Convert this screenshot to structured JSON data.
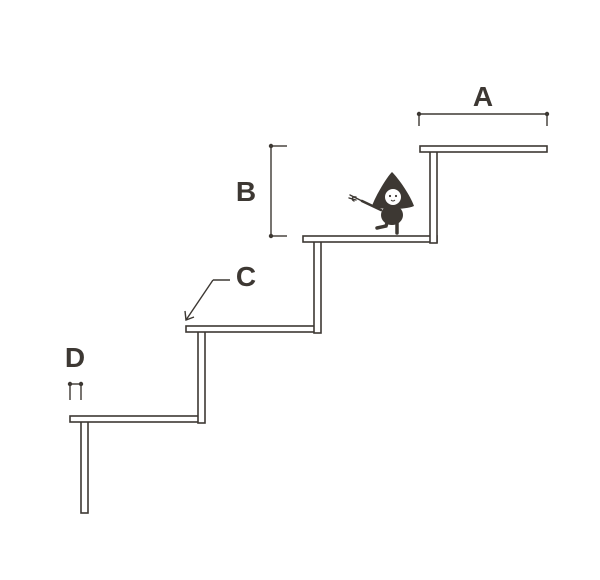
{
  "labels": {
    "a": "A",
    "b": "B",
    "c": "C",
    "d": "D"
  },
  "colors": {
    "line": "#3d3833",
    "fill": "#ffffff",
    "character": "#3d3833",
    "background": "#ffffff"
  },
  "icons": {
    "character": "triangle-hooded-character-icon",
    "arrow": "arrow-icon"
  }
}
